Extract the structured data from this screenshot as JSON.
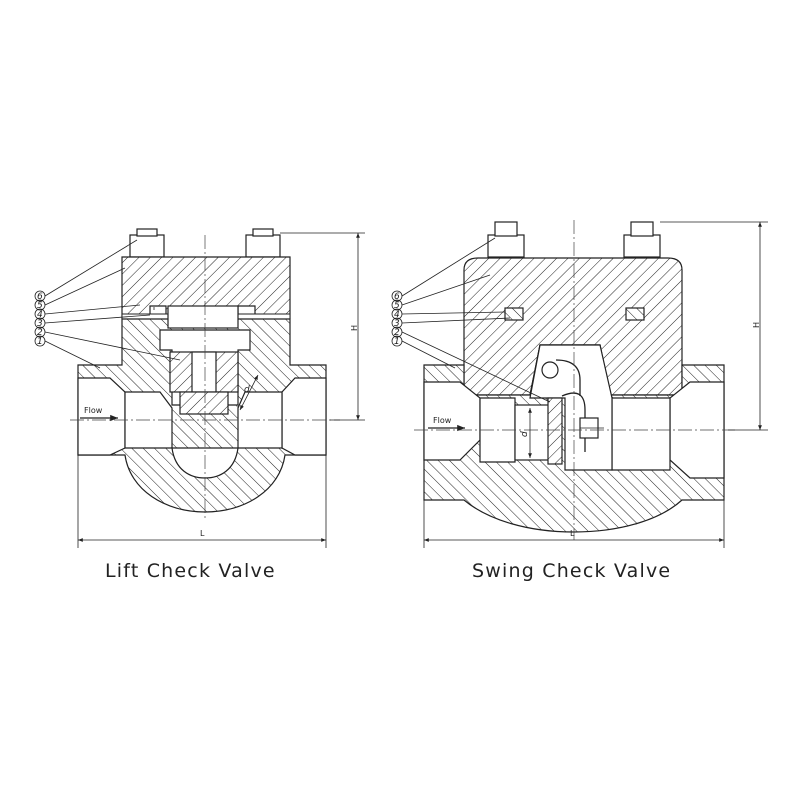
{
  "left_valve": {
    "caption": "Lift Check Valve",
    "flow_label": "Flow",
    "dim_height": "H",
    "dim_length": "L",
    "dim_diameter": "d",
    "part_numbers": [
      "6",
      "5",
      "4",
      "3",
      "2",
      "1"
    ]
  },
  "right_valve": {
    "caption": "Swing Check Valve",
    "flow_label": "Flow",
    "dim_height": "H",
    "dim_length": "L",
    "dim_diameter": "d",
    "part_numbers": [
      "6",
      "5",
      "4",
      "3",
      "2",
      "1"
    ]
  }
}
